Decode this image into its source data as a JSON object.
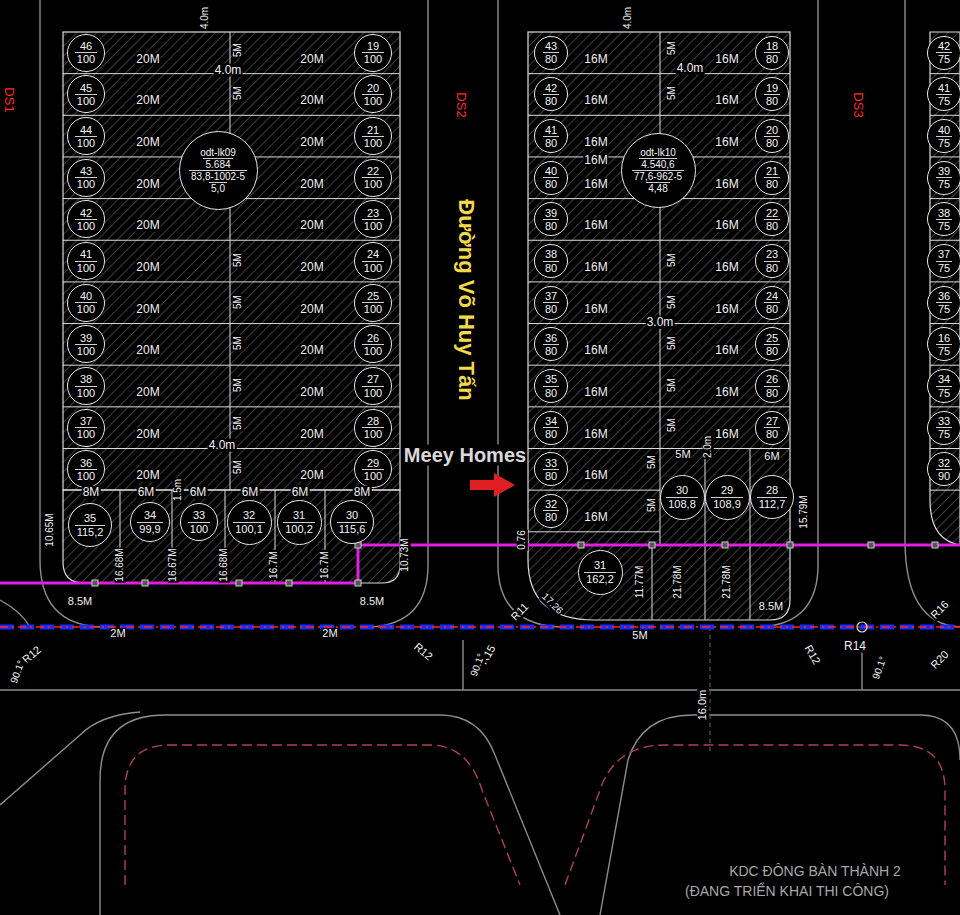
{
  "diagram": {
    "nodes": [
      {
        "text": [
          "46",
          "100"
        ]
      },
      {
        "text": [
          "45",
          "100"
        ]
      },
      {
        "text": [
          "44",
          "100"
        ]
      },
      {
        "text": [
          "43",
          "100"
        ]
      },
      {
        "text": [
          "42",
          "100"
        ]
      },
      {
        "text": [
          "41",
          "100"
        ]
      },
      {
        "text": [
          "40",
          "100"
        ]
      },
      {
        "text": [
          "39",
          "100"
        ]
      },
      {
        "text": [
          "38",
          "100"
        ]
      },
      {
        "text": [
          "37",
          "100"
        ]
      },
      {
        "text": [
          "36",
          "100"
        ]
      },
      {
        "text": [
          "odt-lk09",
          "5.684",
          "83,8-1002-5",
          "5,0"
        ]
      },
      {
        "text": [
          "19",
          "100"
        ]
      },
      {
        "text": [
          "20",
          "100"
        ]
      },
      {
        "text": [
          "21",
          "100"
        ]
      },
      {
        "text": [
          "22",
          "100"
        ]
      },
      {
        "text": [
          "23",
          "100"
        ]
      },
      {
        "text": [
          "24",
          "100"
        ]
      },
      {
        "text": [
          "25",
          "100"
        ]
      },
      {
        "text": [
          "26",
          "100"
        ]
      },
      {
        "text": [
          "27",
          "100"
        ]
      },
      {
        "text": [
          "28",
          "100"
        ]
      },
      {
        "text": [
          "29",
          "100"
        ]
      },
      {
        "text": [
          "35",
          "115,2"
        ]
      },
      {
        "text": [
          "34",
          "99,9"
        ]
      },
      {
        "text": [
          "33",
          "100"
        ]
      },
      {
        "text": [
          "32",
          "100,1"
        ]
      },
      {
        "text": [
          "31",
          "100,2"
        ]
      },
      {
        "text": [
          "30",
          "115,6"
        ]
      },
      {
        "text": [
          "43",
          "80"
        ]
      },
      {
        "text": [
          "42",
          "80"
        ]
      },
      {
        "text": [
          "41",
          "80"
        ]
      },
      {
        "text": [
          "40",
          "80"
        ]
      },
      {
        "text": [
          "39",
          "80"
        ]
      },
      {
        "text": [
          "38",
          "80"
        ]
      },
      {
        "text": [
          "37",
          "80"
        ]
      },
      {
        "text": [
          "36",
          "80"
        ]
      },
      {
        "text": [
          "35",
          "80"
        ]
      },
      {
        "text": [
          "34",
          "80"
        ]
      },
      {
        "text": [
          "33",
          "80"
        ]
      },
      {
        "text": [
          "32",
          "80"
        ]
      },
      {
        "text": [
          "odt-lk10",
          "4.540,6",
          "77,6-962-5",
          "4,48"
        ]
      },
      {
        "text": [
          "18",
          "80"
        ]
      },
      {
        "text": [
          "19",
          "80"
        ]
      },
      {
        "text": [
          "20",
          "80"
        ]
      },
      {
        "text": [
          "21",
          "80"
        ]
      },
      {
        "text": [
          "22",
          "80"
        ]
      },
      {
        "text": [
          "23",
          "80"
        ]
      },
      {
        "text": [
          "24",
          "80"
        ]
      },
      {
        "text": [
          "25",
          "80"
        ]
      },
      {
        "text": [
          "26",
          "80"
        ]
      },
      {
        "text": [
          "27",
          "80"
        ]
      },
      {
        "text": [
          "28",
          "112,7"
        ]
      },
      {
        "text": [
          "30",
          "108,8"
        ]
      },
      {
        "text": [
          "29",
          "108,9"
        ]
      },
      {
        "text": [
          "31",
          "162,2"
        ]
      },
      {
        "text": [
          "42",
          "75"
        ]
      },
      {
        "text": [
          "41",
          "75"
        ]
      },
      {
        "text": [
          "40",
          "75"
        ]
      },
      {
        "text": [
          "39",
          "75"
        ]
      },
      {
        "text": [
          "38",
          "75"
        ]
      },
      {
        "text": [
          "37",
          "75"
        ]
      },
      {
        "text": [
          "36",
          "75"
        ]
      },
      {
        "text": [
          "16",
          "75"
        ]
      },
      {
        "text": [
          "34",
          "75"
        ]
      },
      {
        "text": [
          "33",
          "75"
        ]
      },
      {
        "text": [
          "32",
          "90"
        ]
      }
    ],
    "labels": [
      "DS1",
      "DS2",
      "DS3",
      "Đường Võ Huy Tấn",
      "20M",
      "20M",
      "20M",
      "20M",
      "20M",
      "20M",
      "20M",
      "20M",
      "20M",
      "20M",
      "20M",
      "20M",
      "20M",
      "20M",
      "20M",
      "20M",
      "20M",
      "20M",
      "20M",
      "20M",
      "20M",
      "20M",
      "4.0m",
      "4.0m",
      "4.0m",
      "5M",
      "5M",
      "5M",
      "5M",
      "5M",
      "5M",
      "5M",
      "5M",
      "8M",
      "6M",
      "6M",
      "6M",
      "6M",
      "8M",
      "1.5m",
      "10.65M",
      "16.68M",
      "16.67M",
      "16.68M",
      "16.7M",
      "16.7M",
      "10.73M",
      "8.5M",
      "2M",
      "2M",
      "8.5M",
      "R12",
      "R12",
      "90.1°",
      "16M",
      "16M",
      "16M",
      "16M",
      "16M",
      "16M",
      "16M",
      "16M",
      "16M",
      "16M",
      "16M",
      "16M",
      "16M",
      "16M",
      "16M",
      "16M",
      "16M",
      "16M",
      "16M",
      "16M",
      "16M",
      "16M",
      "16M",
      "4.0m",
      "4.0m",
      "3.0m",
      "5M",
      "5M",
      "5M",
      "5M",
      "5M",
      "5M",
      "5M",
      "2.0m",
      "5M",
      "6M",
      "5M",
      "5M",
      "21.78M",
      "21.78M",
      "15.79M",
      "0.76",
      "11.77M",
      "17.26",
      "R11",
      "R15",
      "5M",
      "8.5M",
      "R12",
      "R14",
      "16.0m",
      "90.1°",
      "90.1°",
      "R16",
      "R20",
      "Meey Homes",
      "KDC ĐÔNG BÀN THÀNH 2",
      "(ĐANG TRIỂN KHAI THI CÔNG)"
    ]
  }
}
